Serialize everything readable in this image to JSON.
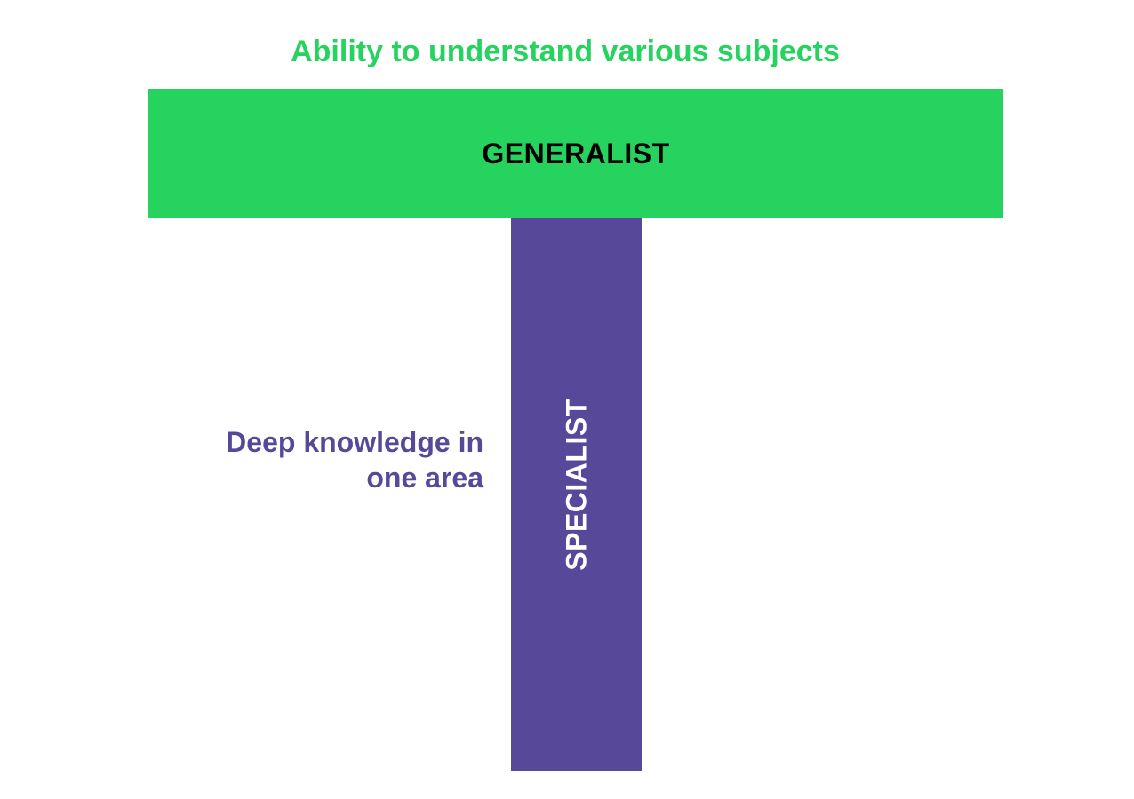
{
  "diagram": {
    "top_caption": "Ability to understand various subjects",
    "generalist_label": "GENERALIST",
    "specialist_label": "SPECIALIST",
    "side_caption": {
      "line1": "Deep knowledge in",
      "line2": "one area"
    }
  },
  "colors": {
    "generalist": "#26d35f",
    "specialist": "#57489a",
    "background": "#ffffff"
  }
}
